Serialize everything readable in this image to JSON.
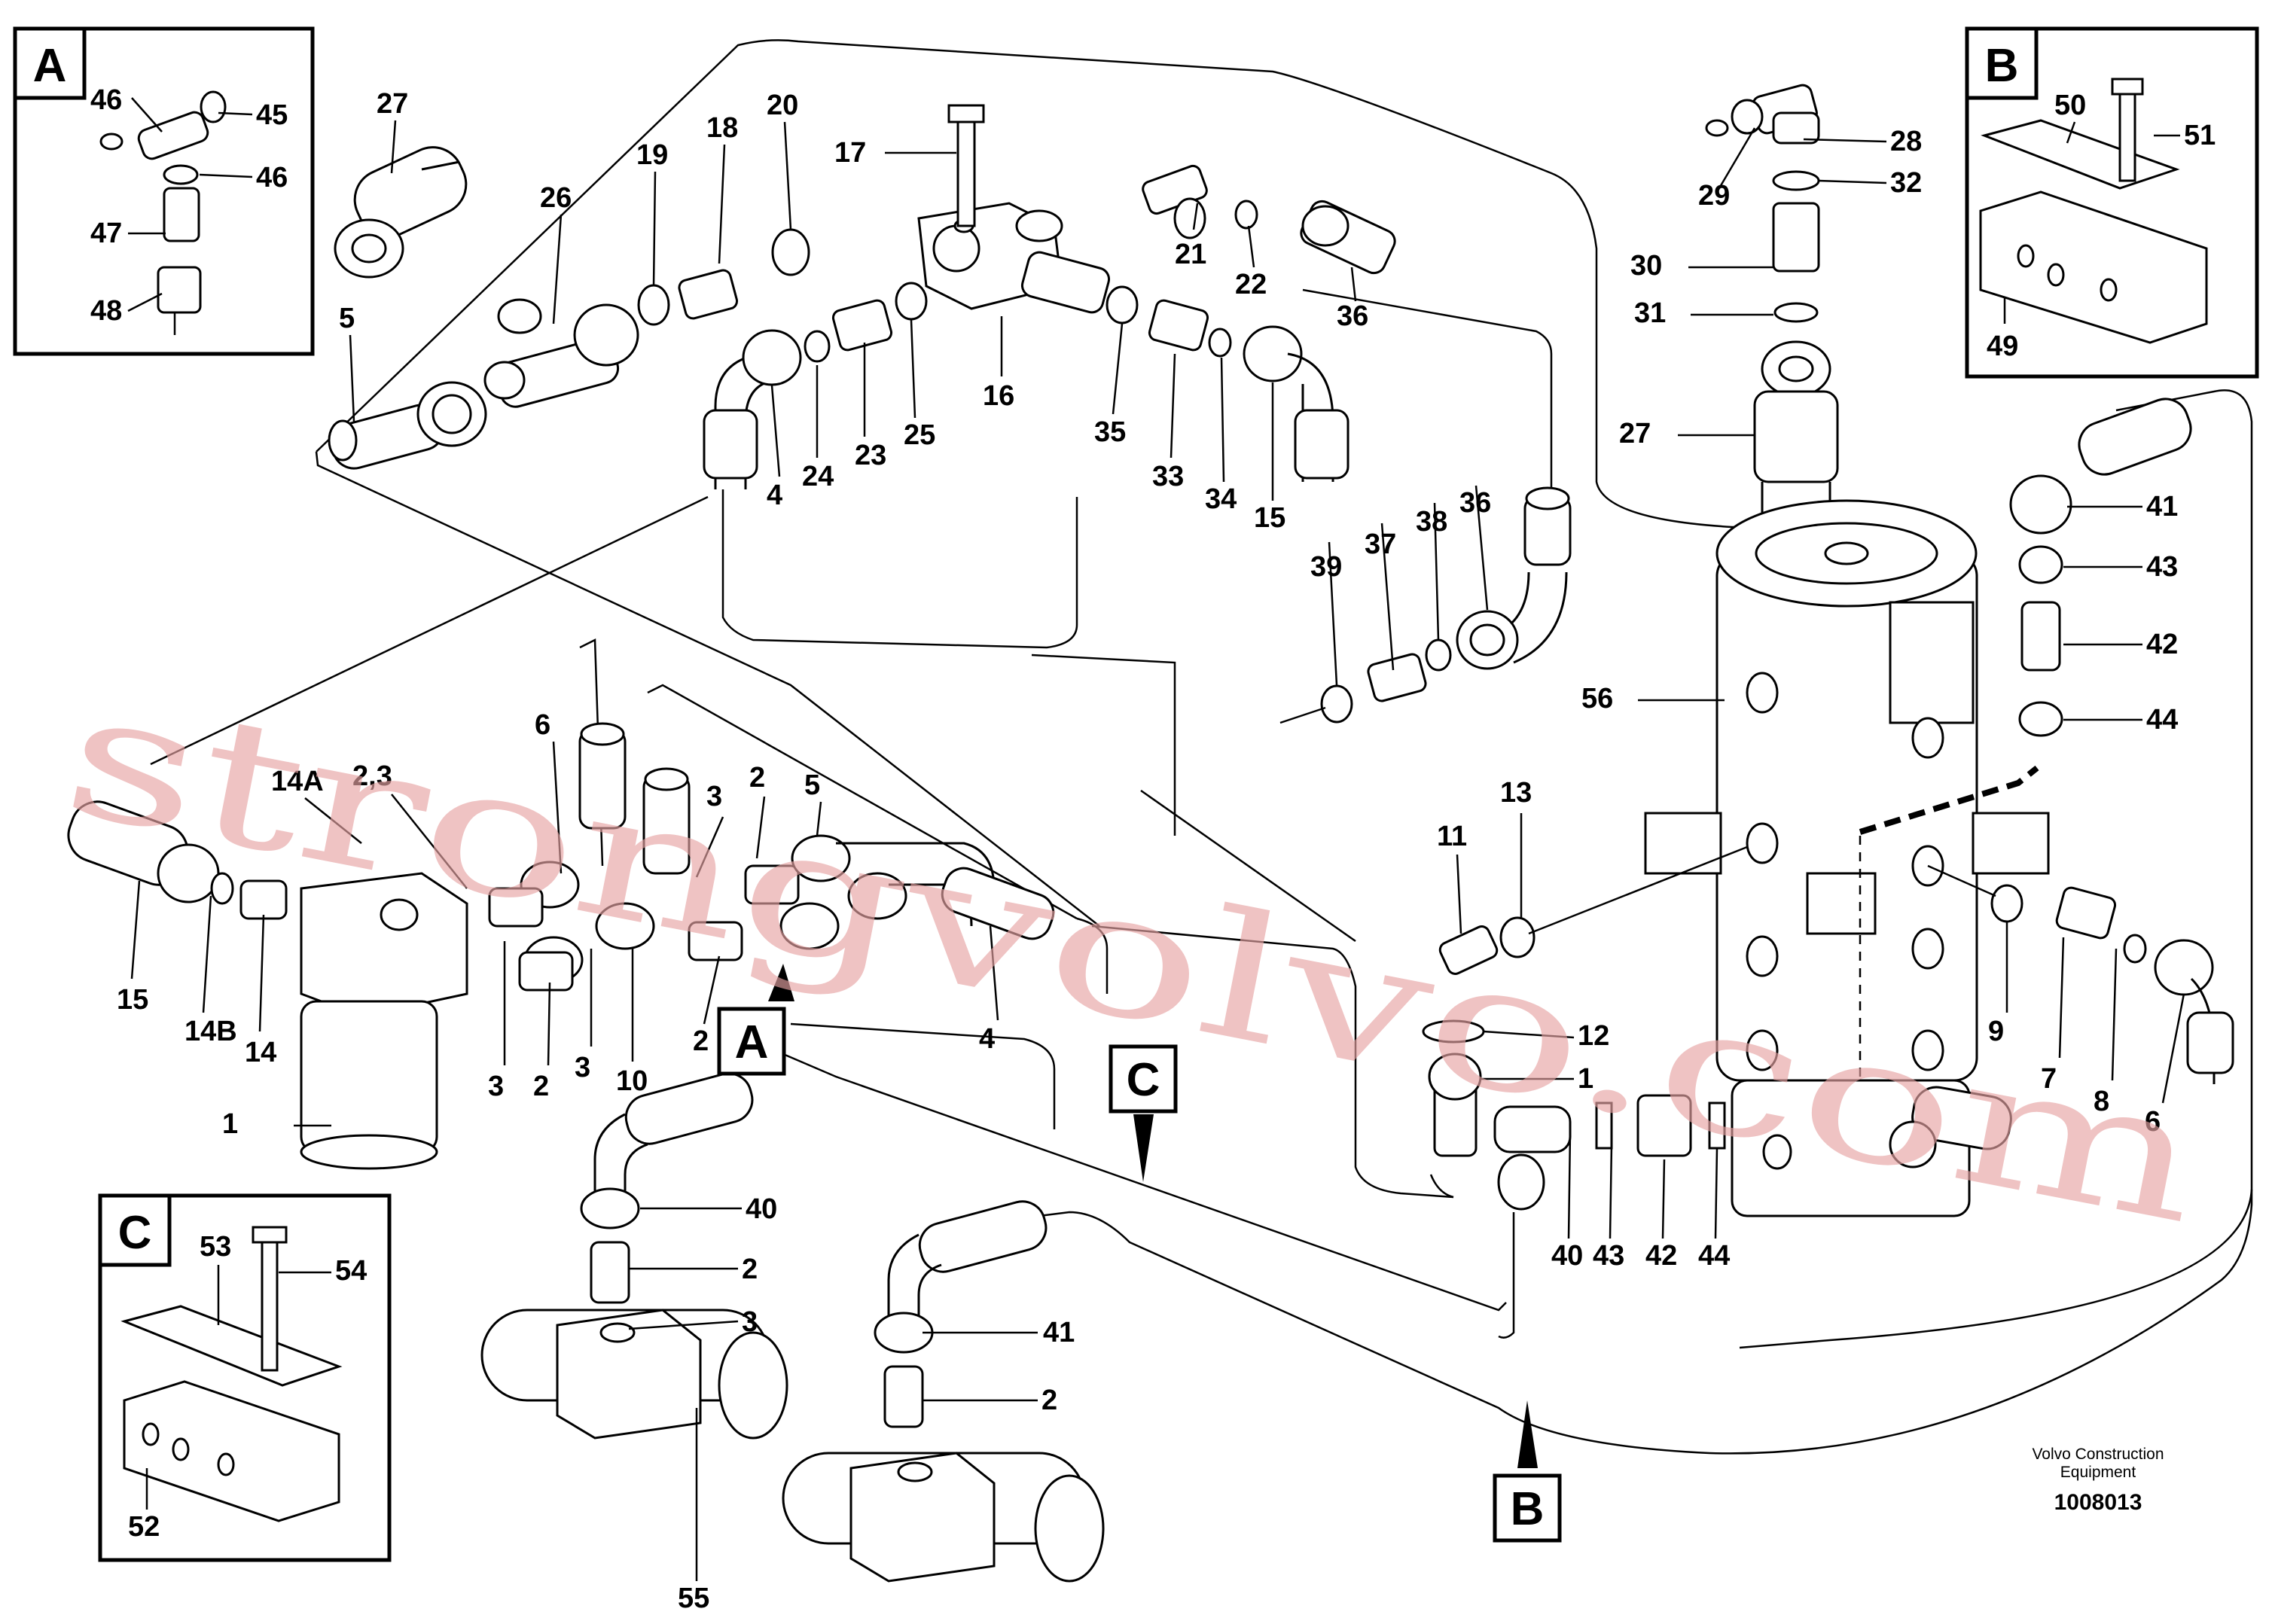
{
  "watermark": "strongvolvo.com",
  "footer": {
    "company_line1": "Volvo Construction",
    "company_line2": "Equipment",
    "drawing_number": "1008013"
  },
  "insets": {
    "A": {
      "label": "A",
      "parts": [
        "46",
        "45",
        "46",
        "47",
        "48"
      ]
    },
    "B": {
      "label": "B",
      "parts": [
        "50",
        "51",
        "49"
      ]
    },
    "C": {
      "label": "C",
      "parts": [
        "53",
        "54",
        "52"
      ]
    }
  },
  "markers": {
    "A": "A",
    "B": "B",
    "C": "C"
  },
  "callouts": [
    "46",
    "45",
    "46",
    "47",
    "48",
    "27",
    "26",
    "19",
    "18",
    "20",
    "17",
    "21",
    "22",
    "36",
    "5",
    "16",
    "25",
    "23",
    "24",
    "4",
    "35",
    "33",
    "34",
    "15",
    "28",
    "29",
    "32",
    "30",
    "31",
    "27",
    "50",
    "51",
    "49",
    "41",
    "43",
    "42",
    "44",
    "56",
    "39",
    "37",
    "38",
    "36",
    "6",
    "14A",
    "2,3",
    "3",
    "2",
    "5",
    "15",
    "14B",
    "14",
    "1",
    "3",
    "2",
    "3",
    "10",
    "2",
    "4",
    "11",
    "13",
    "12",
    "1",
    "9",
    "7",
    "8",
    "6",
    "40",
    "43",
    "42",
    "44",
    "40",
    "2",
    "3",
    "41",
    "2",
    "55",
    "53",
    "54",
    "52"
  ]
}
